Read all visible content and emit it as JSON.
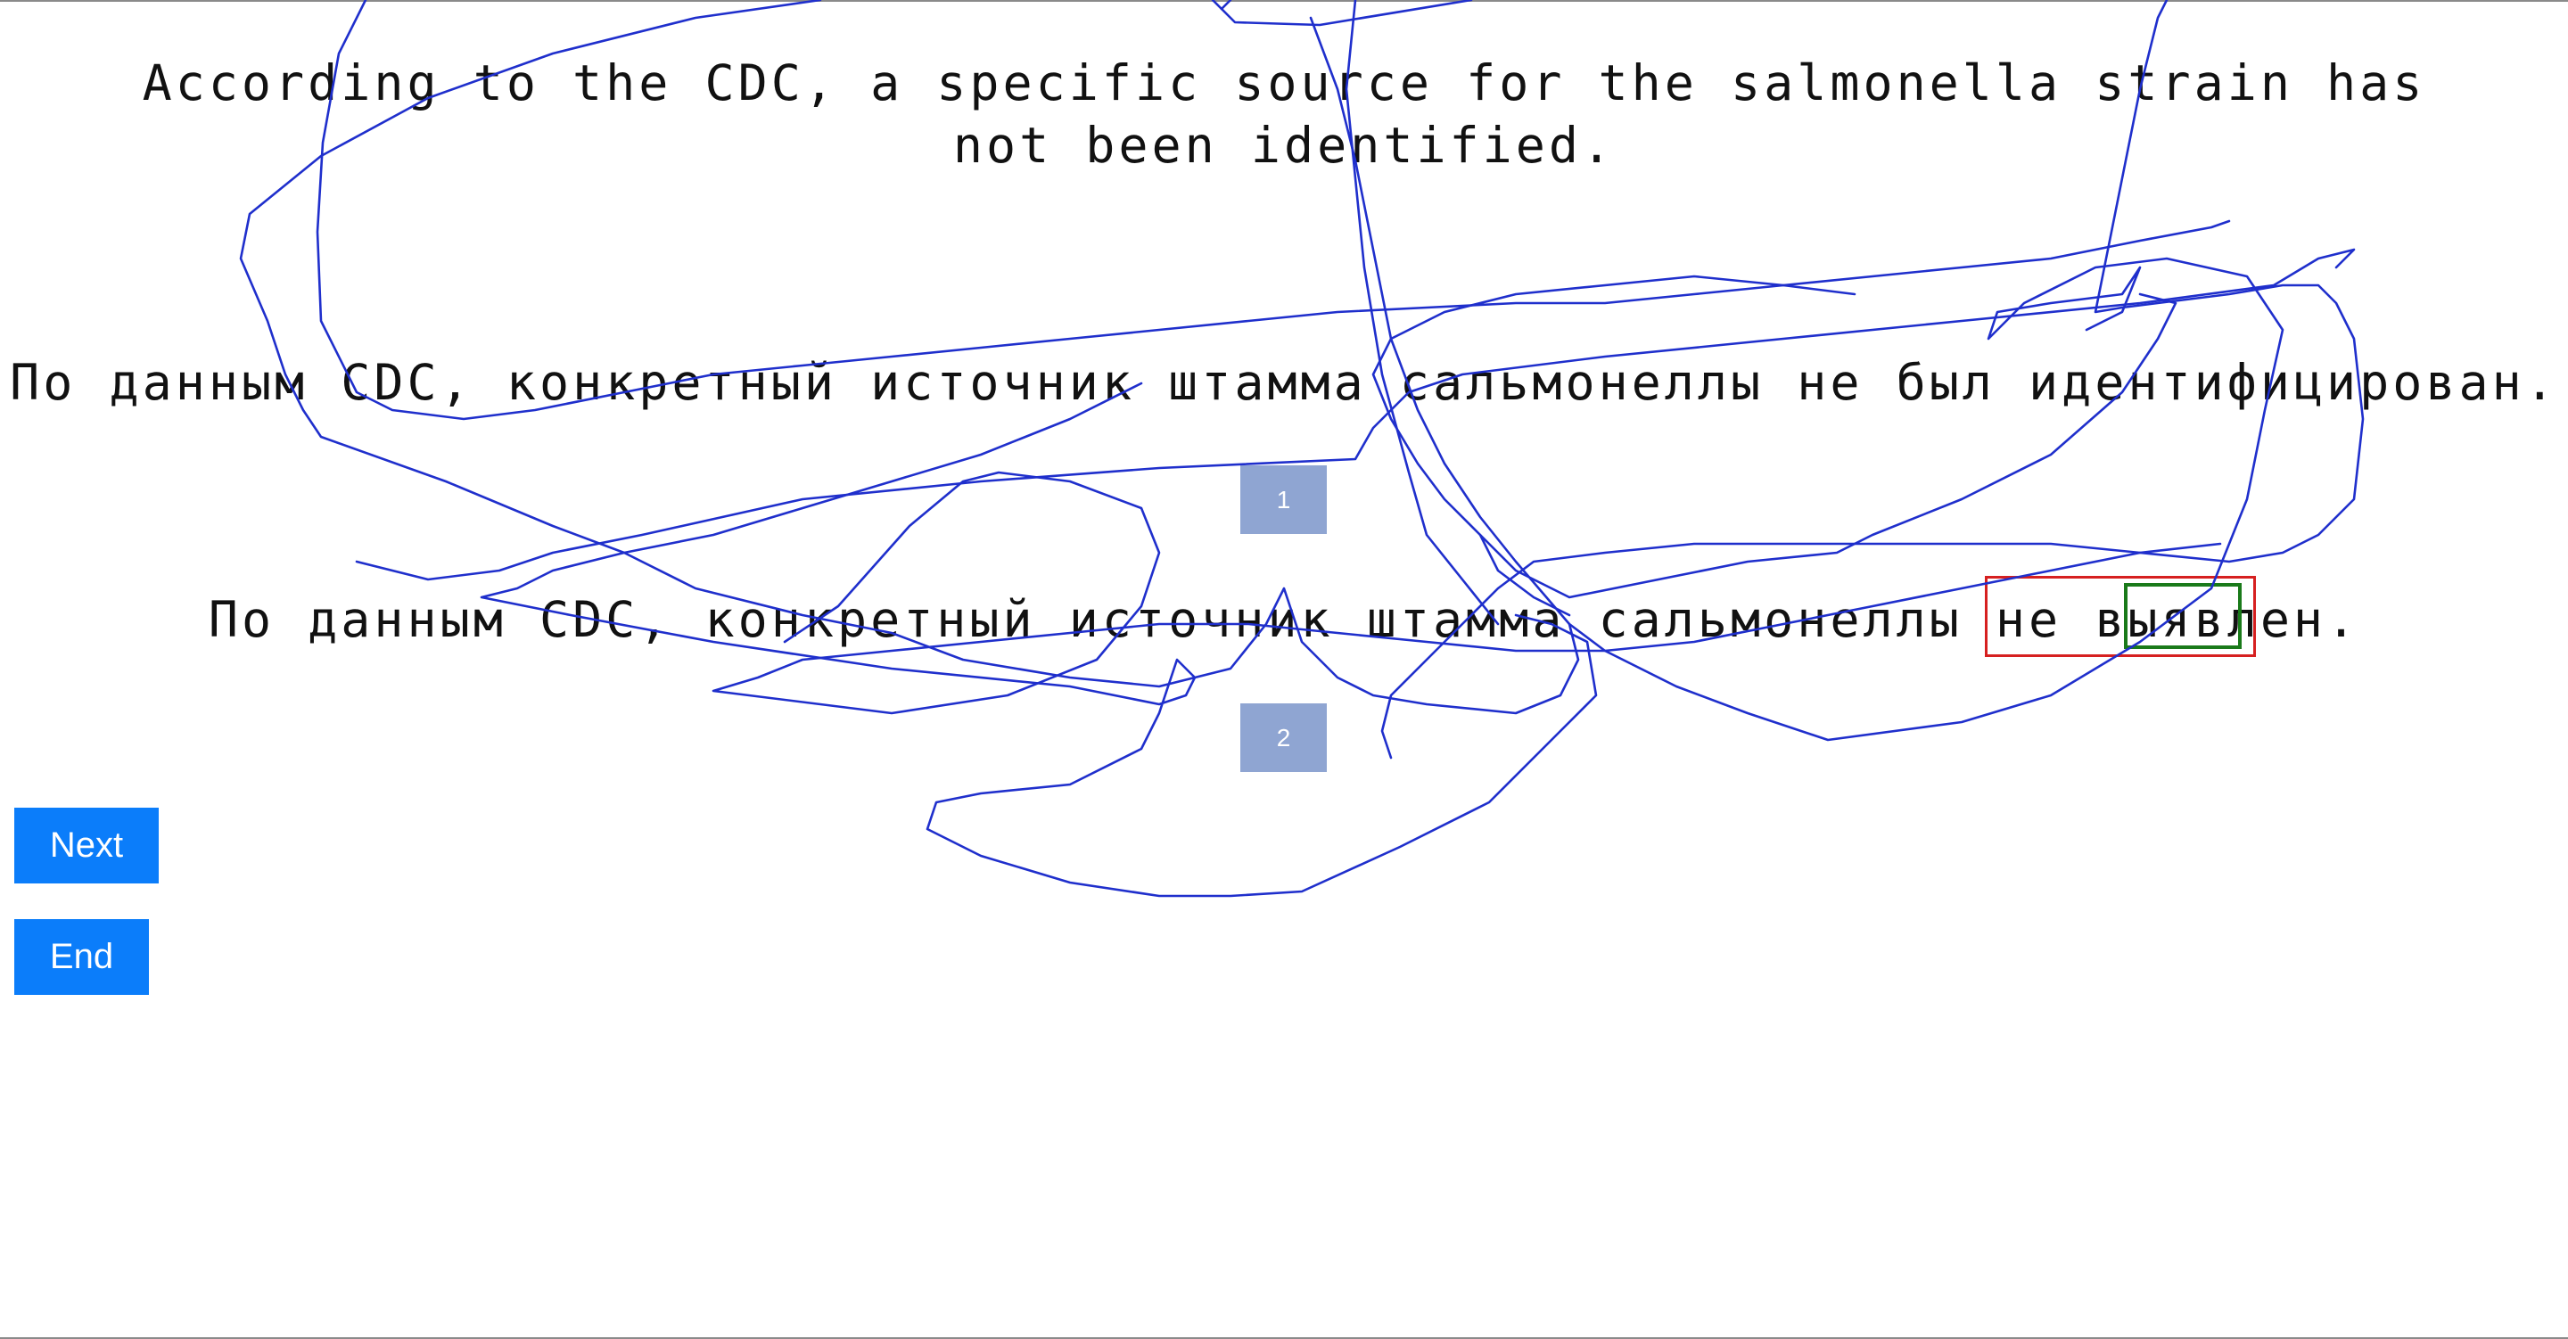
{
  "source": {
    "sentence": "According to the CDC, a specific source for the salmonella strain has not been identified."
  },
  "translations": [
    {
      "number": "1",
      "text": "По данным CDC, конкретный источник штамма сальмонеллы не был идентифицирован."
    },
    {
      "number": "2",
      "text": "По данным CDC, конкретный источник штамма сальмонеллы не выявлен."
    }
  ],
  "controls": {
    "next_label": "Next",
    "end_label": "End"
  },
  "colors": {
    "button": "#0b7dfa",
    "badge": "#8fa5d2",
    "highlight_error": "#d62020",
    "highlight_correct": "#1a7a1a",
    "scribble": "#1f2fcc"
  }
}
